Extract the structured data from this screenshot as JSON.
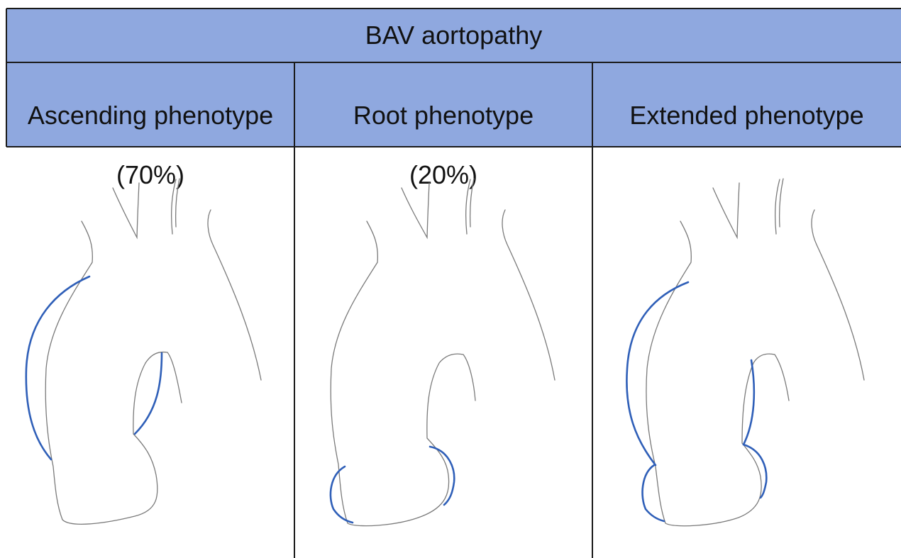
{
  "table": {
    "title": "BAV aortopathy",
    "phenotypes": [
      {
        "label": "Ascending phenotype",
        "prevalence": "(70%)"
      },
      {
        "label": "Root phenotype",
        "prevalence": "(20%)"
      },
      {
        "label": "Extended phenotype",
        "prevalence": ""
      }
    ]
  },
  "colors": {
    "header_fill": "#8fa8df",
    "grid_line": "#1a1a1a",
    "vessel_outline": "#7a7a7a",
    "dilation_highlight": "#2f5fb8"
  }
}
